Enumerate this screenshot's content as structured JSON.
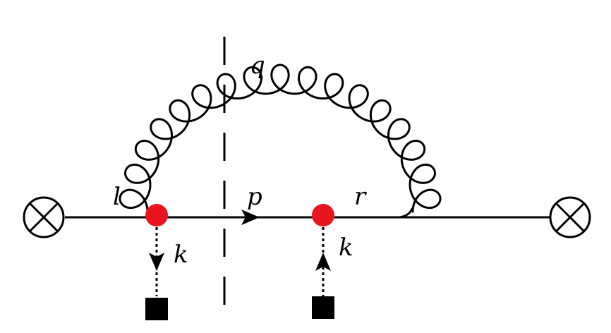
{
  "diagram": {
    "labels": {
      "incoming": "l",
      "cut": "p",
      "outgoing": "r",
      "gluon": "q",
      "left_insertion": "k",
      "right_insertion": "k"
    },
    "colors": {
      "line": "#000000",
      "vertex": "#e8141e",
      "background": "#ffffff"
    },
    "icons": {
      "external_vertex": "circled-cross-icon",
      "source": "filled-square-icon"
    }
  }
}
